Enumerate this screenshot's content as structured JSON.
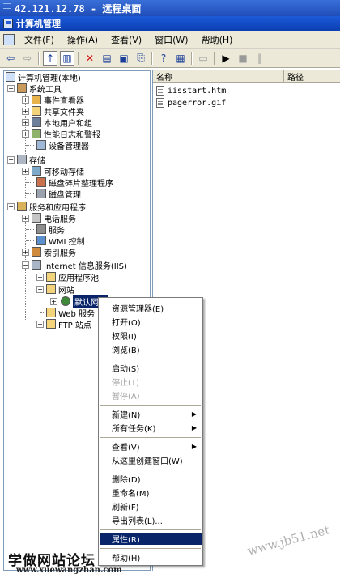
{
  "remote_title": "42.121.12.78 - 远程桌面",
  "window_title": "计算机管理",
  "menu": [
    "文件(F)",
    "操作(A)",
    "查看(V)",
    "窗口(W)",
    "帮助(H)"
  ],
  "tree": {
    "root": "计算机管理(本地)",
    "system_tools": "系统工具",
    "event_viewer": "事件查看器",
    "shared_folders": "共享文件夹",
    "local_users": "本地用户和组",
    "perf_logs": "性能日志和警报",
    "device_manager": "设备管理器",
    "storage": "存储",
    "removable_storage": "可移动存储",
    "defrag": "磁盘碎片整理程序",
    "disk_mgmt": "磁盘管理",
    "services_apps": "服务和应用程序",
    "telephony": "电话服务",
    "services": "服务",
    "wmi": "WMI 控制",
    "indexing": "索引服务",
    "iis": "Internet 信息服务(IIS)",
    "app_pools": "应用程序池",
    "websites": "网站",
    "default_site": "默认网站",
    "web_ext": "Web 服务",
    "ftp_sites": "FTP 站点"
  },
  "list": {
    "col_name": "名称",
    "col_path": "路径",
    "files": [
      "iisstart.htm",
      "pagerror.gif"
    ]
  },
  "context_menu": {
    "items": [
      {
        "label": "资源管理器(E)",
        "disabled": false,
        "submenu": false
      },
      {
        "label": "打开(O)",
        "disabled": false,
        "submenu": false
      },
      {
        "label": "权限(I)",
        "disabled": false,
        "submenu": false
      },
      {
        "label": "浏览(B)",
        "disabled": false,
        "submenu": false
      },
      {
        "label": "启动(S)",
        "disabled": false,
        "submenu": false
      },
      {
        "label": "停止(T)",
        "disabled": true,
        "submenu": false
      },
      {
        "label": "暂停(A)",
        "disabled": true,
        "submenu": false
      },
      {
        "label": "新建(N)",
        "disabled": false,
        "submenu": true
      },
      {
        "label": "所有任务(K)",
        "disabled": false,
        "submenu": true
      },
      {
        "label": "查看(V)",
        "disabled": false,
        "submenu": true
      },
      {
        "label": "从这里创建窗口(W)",
        "disabled": false,
        "submenu": false
      },
      {
        "label": "删除(D)",
        "disabled": false,
        "submenu": false
      },
      {
        "label": "重命名(M)",
        "disabled": false,
        "submenu": false
      },
      {
        "label": "刷新(F)",
        "disabled": false,
        "submenu": false
      },
      {
        "label": "导出列表(L)...",
        "disabled": false,
        "submenu": false
      },
      {
        "label": "属性(R)",
        "disabled": false,
        "submenu": false,
        "highlighted": true
      },
      {
        "label": "帮助(H)",
        "disabled": false,
        "submenu": false
      }
    ]
  },
  "watermarks": {
    "site_name": "学做网站论坛",
    "site_url": "www.xuewangzhan.com",
    "jb51": "www.jb51.net"
  },
  "colors": {
    "title_blue": "#0b3fb2",
    "selection": "#0a246a",
    "menu_bg": "#ece9d8"
  }
}
